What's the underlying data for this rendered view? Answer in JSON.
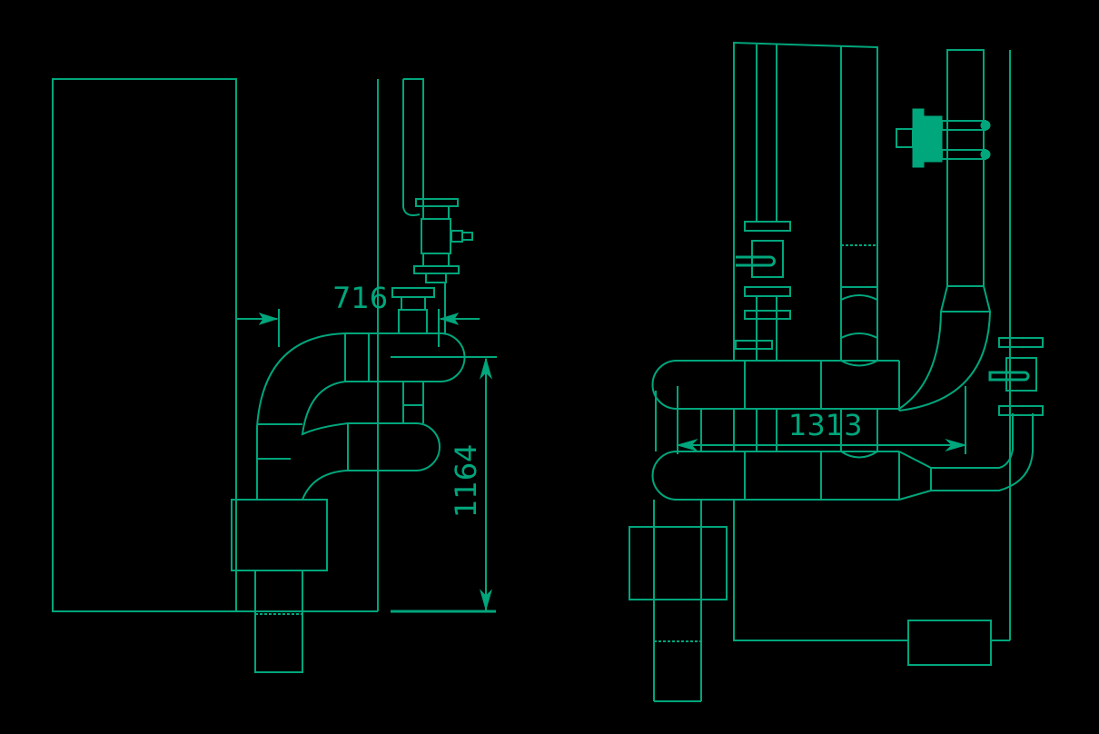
{
  "drawing": {
    "line_color": "#00a67c",
    "background": "#000000",
    "dimensions": {
      "left_horizontal": "716",
      "left_vertical": "1164",
      "right_horizontal": "1313"
    }
  }
}
